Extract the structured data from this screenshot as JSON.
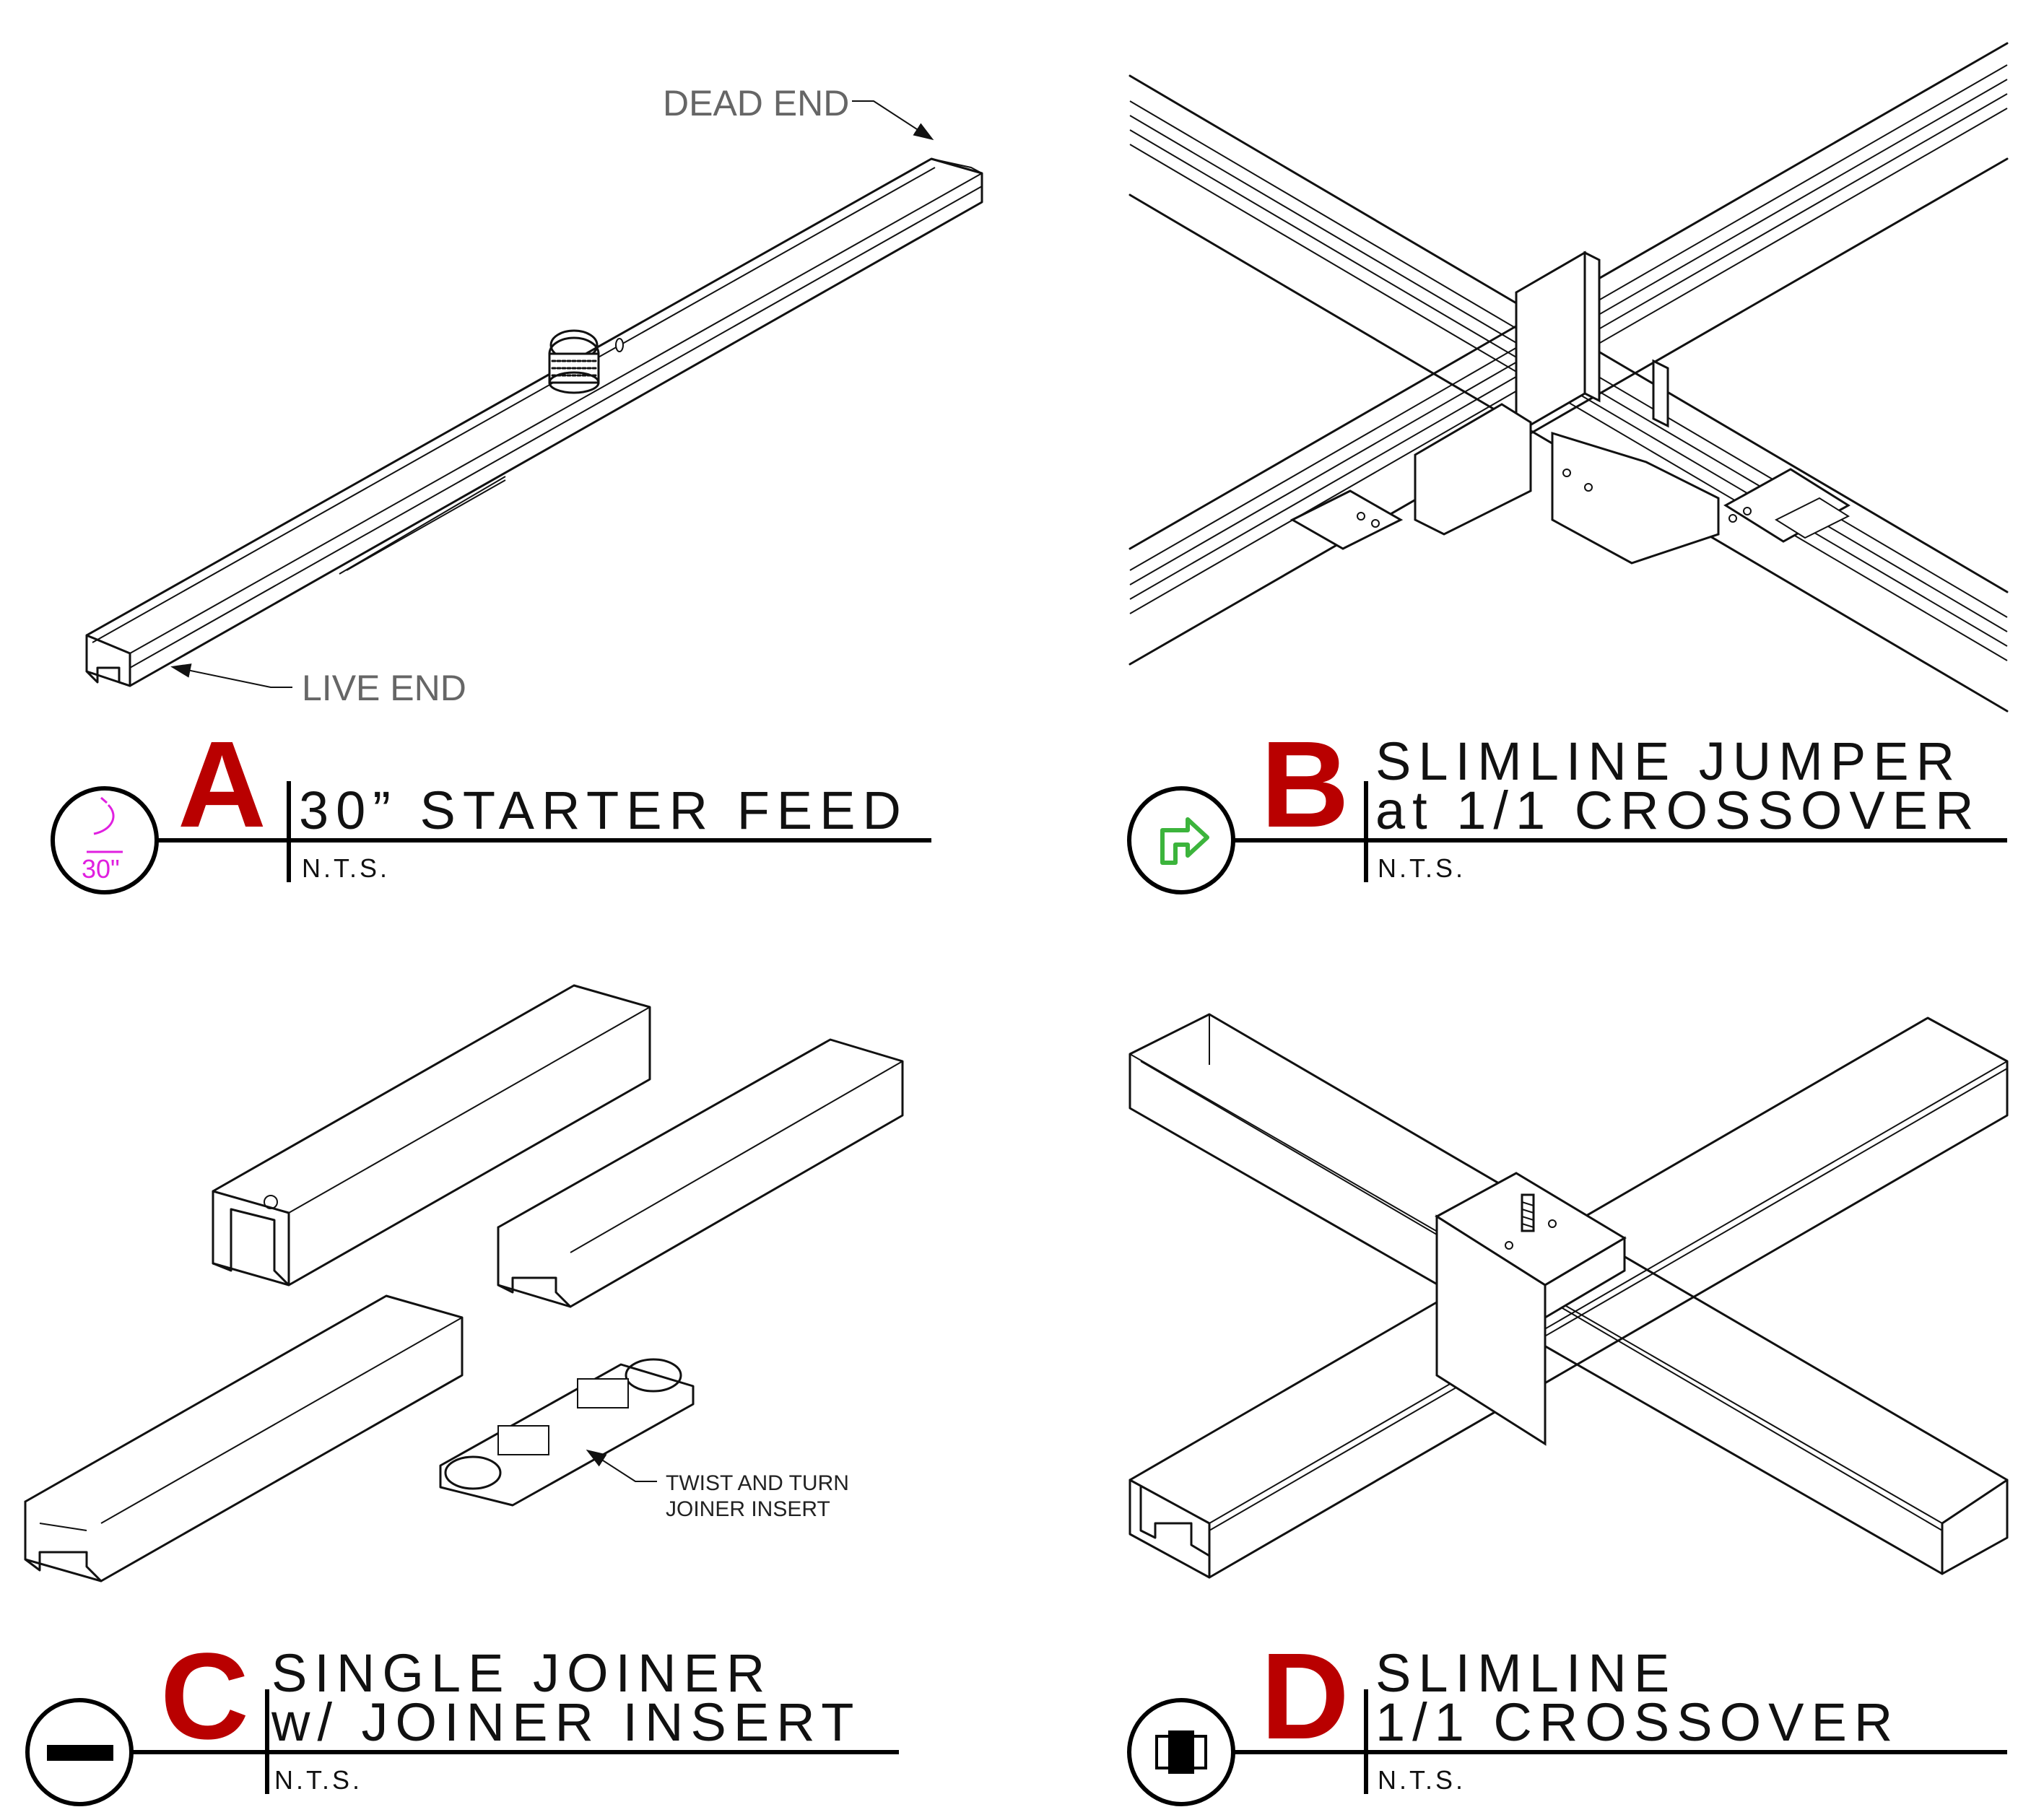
{
  "colors": {
    "letter": "#b90000",
    "line": "#111111",
    "callout_text": "#666666",
    "angle_mark": "#e020e0",
    "arrow_green": "#3cb43c"
  },
  "panels": {
    "a": {
      "letter": "A",
      "title_line1": "30” STARTER FEED",
      "scale": "N.T.S.",
      "callout_dead_end": "DEAD END",
      "callout_live_end": "LIVE END",
      "symbol_text": "30\"",
      "symbol_icon": "angle-30-icon"
    },
    "b": {
      "letter": "B",
      "title_line1": "SLIMLINE JUMPER",
      "title_line2": "at 1/1 CROSSOVER",
      "scale": "N.T.S.",
      "symbol_icon": "turn-arrow-icon"
    },
    "c": {
      "letter": "C",
      "title_line1": "SINGLE JOINER",
      "title_line2": "w/ JOINER INSERT",
      "scale": "N.T.S.",
      "callout_line1": "TWIST AND TURN",
      "callout_line2": "JOINER INSERT",
      "symbol_icon": "straight-bar-icon"
    },
    "d": {
      "letter": "D",
      "title_line1": "SLIMLINE",
      "title_line2": "1/1 CROSSOVER",
      "scale": "N.T.S.",
      "symbol_icon": "crossover-square-icon"
    }
  }
}
